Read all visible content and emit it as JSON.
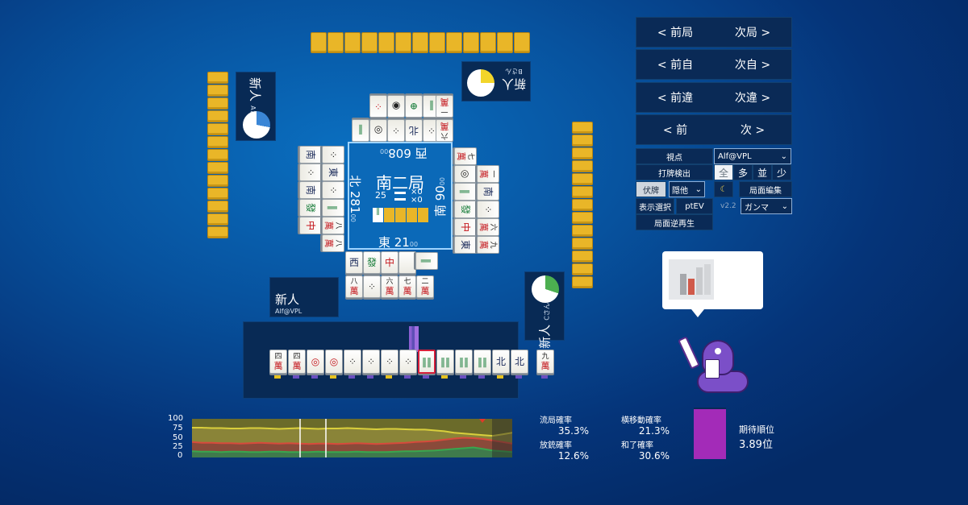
{
  "walls": {
    "top": 13,
    "left": 13,
    "right": 13
  },
  "players": {
    "self": {
      "name": "新人",
      "sub": "Alf@VPL"
    },
    "right": {
      "name": "新人",
      "sub": "Cさん",
      "pie": 0.3
    },
    "top": {
      "name": "新人",
      "sub": "Bさん",
      "pie": 0.25
    },
    "left": {
      "name": "新人",
      "sub": "Aさん",
      "pie": 0.28
    }
  },
  "center": {
    "round": "南二局",
    "honba": "25",
    "stick_a": "×0",
    "stick_b": "×0",
    "east": {
      "label": "東 21",
      "sub": "00"
    },
    "south": {
      "label": "南 90",
      "sub": "00"
    },
    "west": {
      "label": "西 608",
      "sub": "00"
    },
    "north": {
      "label": "北 281",
      "sub": "00"
    }
  },
  "hand": [
    {
      "top": "四",
      "suit": "萬"
    },
    {
      "top": "四",
      "suit": "萬"
    },
    {
      "face": "◎"
    },
    {
      "face": "◎"
    },
    {
      "face": "⁘"
    },
    {
      "face": "⁘"
    },
    {
      "face": "⁘"
    },
    {
      "face": "⁘"
    },
    {
      "face": "‖‖"
    },
    {
      "face": "‖‖"
    },
    {
      "face": "‖‖"
    },
    {
      "face": "‖‖"
    },
    {
      "face": "北"
    },
    {
      "face": "北"
    }
  ],
  "drawn": {
    "top": "九",
    "suit": "萬"
  },
  "nav": [
    {
      "prev": "< 前局",
      "next": "次局 >"
    },
    {
      "prev": "< 前自",
      "next": "次自 >"
    },
    {
      "prev": "< 前違",
      "next": "次違 >"
    },
    {
      "prev": "< 前",
      "next": "次 >"
    }
  ],
  "controls": {
    "viewpoint_label": "視点",
    "viewpoint_value": "Alf@VPL",
    "discard_detect": "打牌検出",
    "levels": [
      "全",
      "多",
      "並",
      "少"
    ],
    "fusehai": "伏牌",
    "hide_other": "隠他",
    "moon_icon": "☾",
    "edit": "局面編集",
    "display_select": "表示選択",
    "ptev": "ptEV",
    "version": "v2.2",
    "gamma": "ガンマ",
    "replay": "局面逆再生"
  },
  "chart_data": {
    "type": "area",
    "ylim": [
      0,
      100
    ],
    "yticks": [
      "100",
      "75",
      "50",
      "25",
      "0"
    ],
    "series": [
      {
        "color": "#d9cf3c",
        "values": [
          77,
          77,
          76,
          76,
          75,
          75,
          76,
          76,
          75,
          74,
          75,
          76,
          75,
          74,
          75,
          75,
          76,
          75,
          74,
          73,
          74,
          74,
          73,
          72,
          72,
          70,
          68,
          64,
          62,
          60,
          58,
          56,
          60,
          64
        ]
      },
      {
        "color": "#d64b3c",
        "values": [
          40,
          38,
          38,
          37,
          37,
          36,
          37,
          38,
          37,
          36,
          37,
          36,
          35,
          36,
          36,
          35,
          36,
          37,
          36,
          35,
          36,
          37,
          38,
          40,
          41,
          43,
          46,
          49,
          51,
          50,
          48,
          44,
          40,
          36
        ]
      },
      {
        "color": "#39a64e",
        "values": [
          16,
          15,
          15,
          14,
          15,
          15,
          14,
          14,
          15,
          15,
          14,
          14,
          14,
          15,
          14,
          14,
          14,
          15,
          14,
          14,
          14,
          15,
          16,
          16,
          17,
          18,
          20,
          22,
          24,
          26,
          22,
          18,
          16,
          14
        ]
      }
    ]
  },
  "stats": {
    "ryukyoku_label": "流局確率",
    "ryukyoku": "35.3%",
    "yoko_label": "横移動確率",
    "yoko": "21.3%",
    "houju_label": "放銃確率",
    "houju": "12.6%",
    "agari_label": "和了確率",
    "agari": "30.6%",
    "expect_label": "期待順位",
    "expect": "3.89位",
    "expect_level": 0.97
  }
}
